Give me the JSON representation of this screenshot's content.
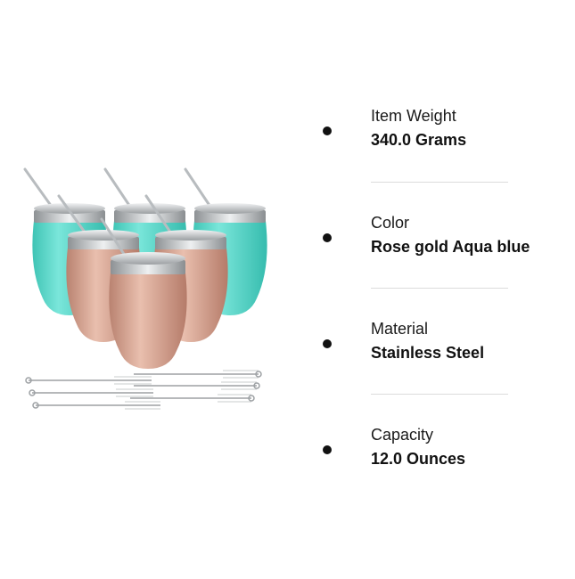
{
  "specs": [
    {
      "label": "Item Weight",
      "value": "340.0 Grams"
    },
    {
      "label": "Color",
      "value": "Rose gold Aqua blue"
    },
    {
      "label": "Material",
      "value": "Stainless Steel"
    },
    {
      "label": "Capacity",
      "value": "12.0 Ounces"
    }
  ],
  "colors": {
    "aqua": "#4fd3c4",
    "rose_gold": "#d19a86",
    "steel": "#c9cbcd"
  }
}
